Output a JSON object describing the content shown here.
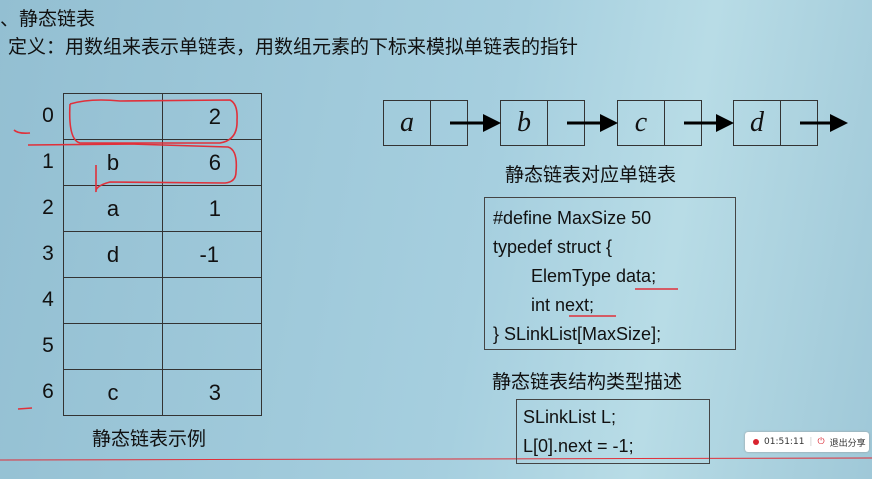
{
  "slide": {
    "heading": "、静态链表",
    "definition": "定义：用数组来表示单链表，用数组元素的下标来模拟单链表的指针",
    "table": {
      "indices": [
        "0",
        "1",
        "2",
        "3",
        "4",
        "5",
        "6"
      ],
      "rows": [
        [
          "",
          "2"
        ],
        [
          "b",
          "6"
        ],
        [
          "a",
          "1"
        ],
        [
          "d",
          "-1"
        ],
        [
          "",
          ""
        ],
        [
          "",
          ""
        ],
        [
          "c",
          "3"
        ]
      ],
      "caption": "静态链表示例"
    },
    "linked_list": {
      "nodes": [
        "a",
        "b",
        "c",
        "d"
      ],
      "caption": "静态链表对应单链表"
    },
    "struct_code": [
      "#define  MaxSize  50",
      "typedef  struct {",
      "ElemType  data;",
      "int  next;",
      "} SLinkList[MaxSize];"
    ],
    "struct_caption": "静态链表结构类型描述",
    "init_code": [
      "SLinkList  L;",
      "L[0].next = -1;"
    ]
  },
  "recording": {
    "time": "01:51:11",
    "stop_label": "退出分享",
    "accent": "#d9232e"
  },
  "annotation_color": "#e0303a"
}
